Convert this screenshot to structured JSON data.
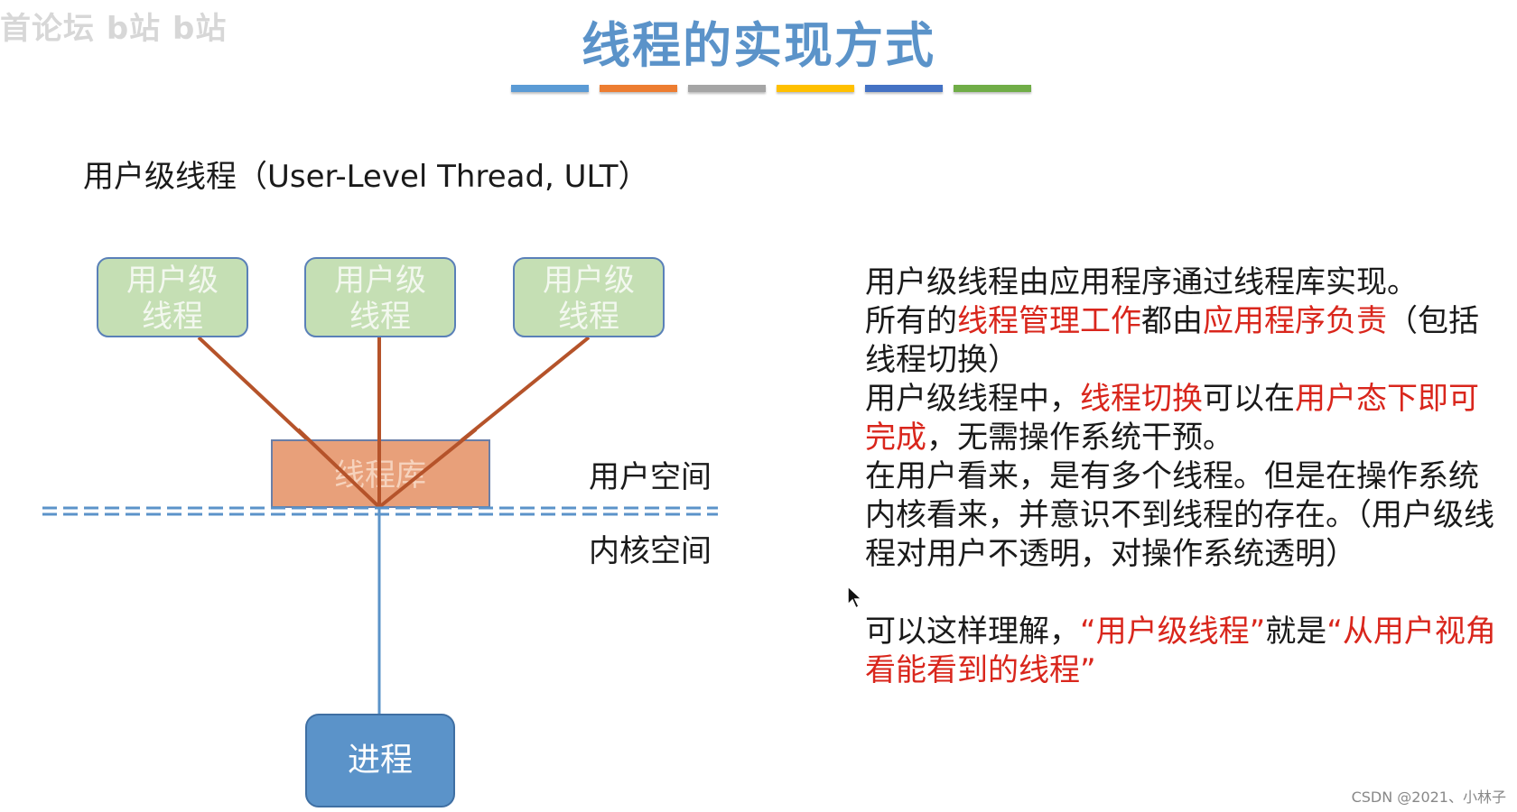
{
  "watermark": "首论坛 b站 b站",
  "title": "线程的实现方式",
  "title_bar_colors": [
    "#5b9bd5",
    "#ed7d31",
    "#a5a5a5",
    "#ffc000",
    "#4472c4",
    "#70ad47"
  ],
  "subtitle": "用户级线程（User-Level Thread, ULT）",
  "diagram": {
    "threads": [
      {
        "line1": "用户级",
        "line2": "线程"
      },
      {
        "line1": "用户级",
        "line2": "线程"
      },
      {
        "line1": "用户级",
        "line2": "线程"
      }
    ],
    "library": "线程库",
    "user_space": "用户空间",
    "kernel_space": "内核空间",
    "process": "进程",
    "colors": {
      "thread_fill": "#c5dfb4",
      "thread_stroke": "#5a80b8",
      "library_fill": "#e8a07a",
      "library_stroke": "#6a7fa8",
      "connector": "#b5532a",
      "kernel_line": "#5b93c9",
      "process_fill": "#5b93c9",
      "process_stroke": "#3f6fa3"
    }
  },
  "paragraphs": {
    "p1": "用户级线程由应用程序通过线程库实现。",
    "p2_a": "所有的",
    "p2_b": "线程管理工作",
    "p2_c": "都由",
    "p2_d": "应用程序负责",
    "p2_e": "（包括线程切换）",
    "p3_a": "用户级线程中，",
    "p3_b": "线程切换",
    "p3_c": "可以在",
    "p3_d": "用户态下即可完成",
    "p3_e": "，无需操作系统干预。",
    "p4": "在用户看来，是有多个线程。但是在操作系统内核看来，并意识不到线程的存在。（用户级线程对用户不透明，对操作系统透明）",
    "p5_a": "可以这样理解，",
    "p5_b": "“用户级线程”",
    "p5_c": "就是",
    "p5_d": "“从用户视角看能看到的线程”"
  },
  "footer": "CSDN @2021、小林子"
}
